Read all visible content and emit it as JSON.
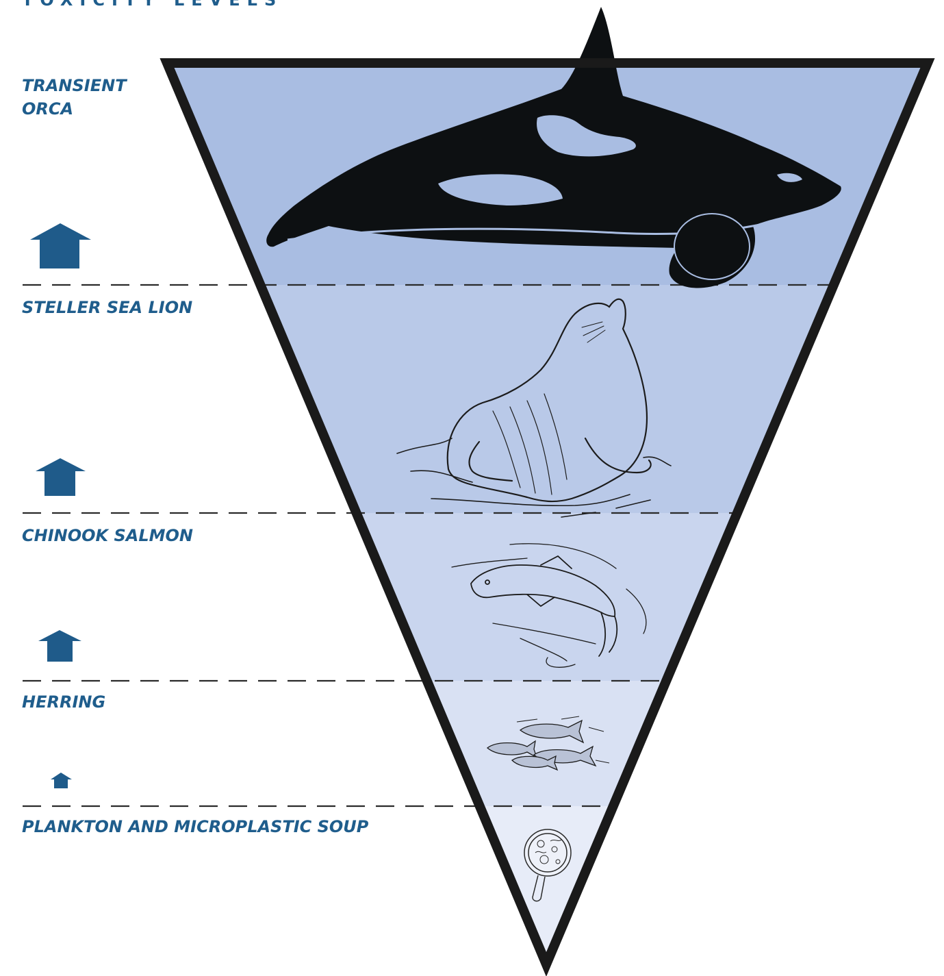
{
  "header": {
    "title": "TOXICITY LEVELS"
  },
  "levels": [
    {
      "label": "TRANSIENT\nORCA",
      "illustration": "orca-illustration"
    },
    {
      "label": "STELLER SEA LION",
      "illustration": "sea-lion-illustration"
    },
    {
      "label": "CHINOOK SALMON",
      "illustration": "salmon-illustration"
    },
    {
      "label": "HERRING",
      "illustration": "herring-illustration"
    },
    {
      "label": "PLANKTON AND MICROPLASTIC SOUP",
      "illustration": "plankton-petri-dish-illustration"
    }
  ],
  "colors": {
    "label_text": "#1f5d8c",
    "arrow": "#1f5b8a",
    "band_orca": "#a9bde2",
    "band_sea_lion": "#b9c9e8",
    "band_salmon": "#c9d5ee",
    "band_herring": "#d9e1f3",
    "band_plankton": "#e7ecf8",
    "outline": "#1a1a1a"
  }
}
